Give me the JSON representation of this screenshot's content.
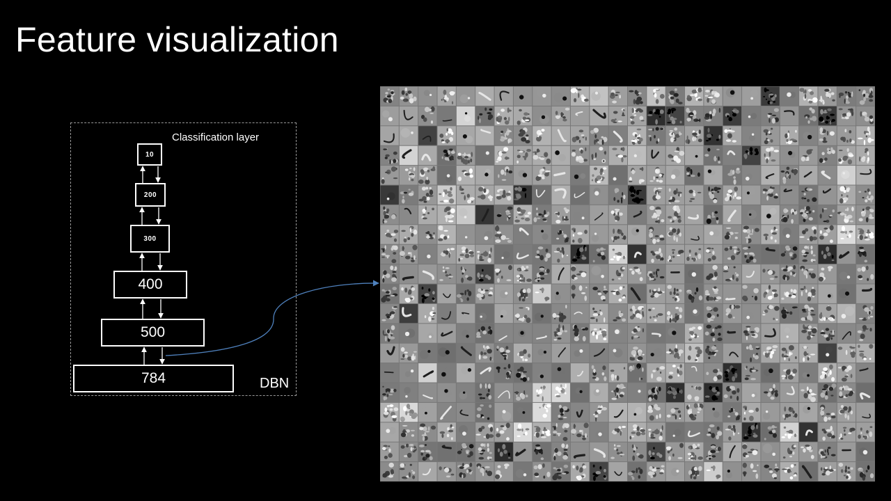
{
  "slide": {
    "title": "Feature visualization"
  },
  "dbn": {
    "name": "DBN",
    "top_label": "Classification layer",
    "layers": [
      "10",
      "200",
      "300",
      "400",
      "500",
      "784"
    ]
  },
  "feature_grid": {
    "columns": 26,
    "rows": 20,
    "style": "grayscale filter patches"
  },
  "colors": {
    "background": "#000000",
    "text": "#ffffff",
    "connector": "#4f81bd",
    "frame": "#9a9a9a"
  }
}
